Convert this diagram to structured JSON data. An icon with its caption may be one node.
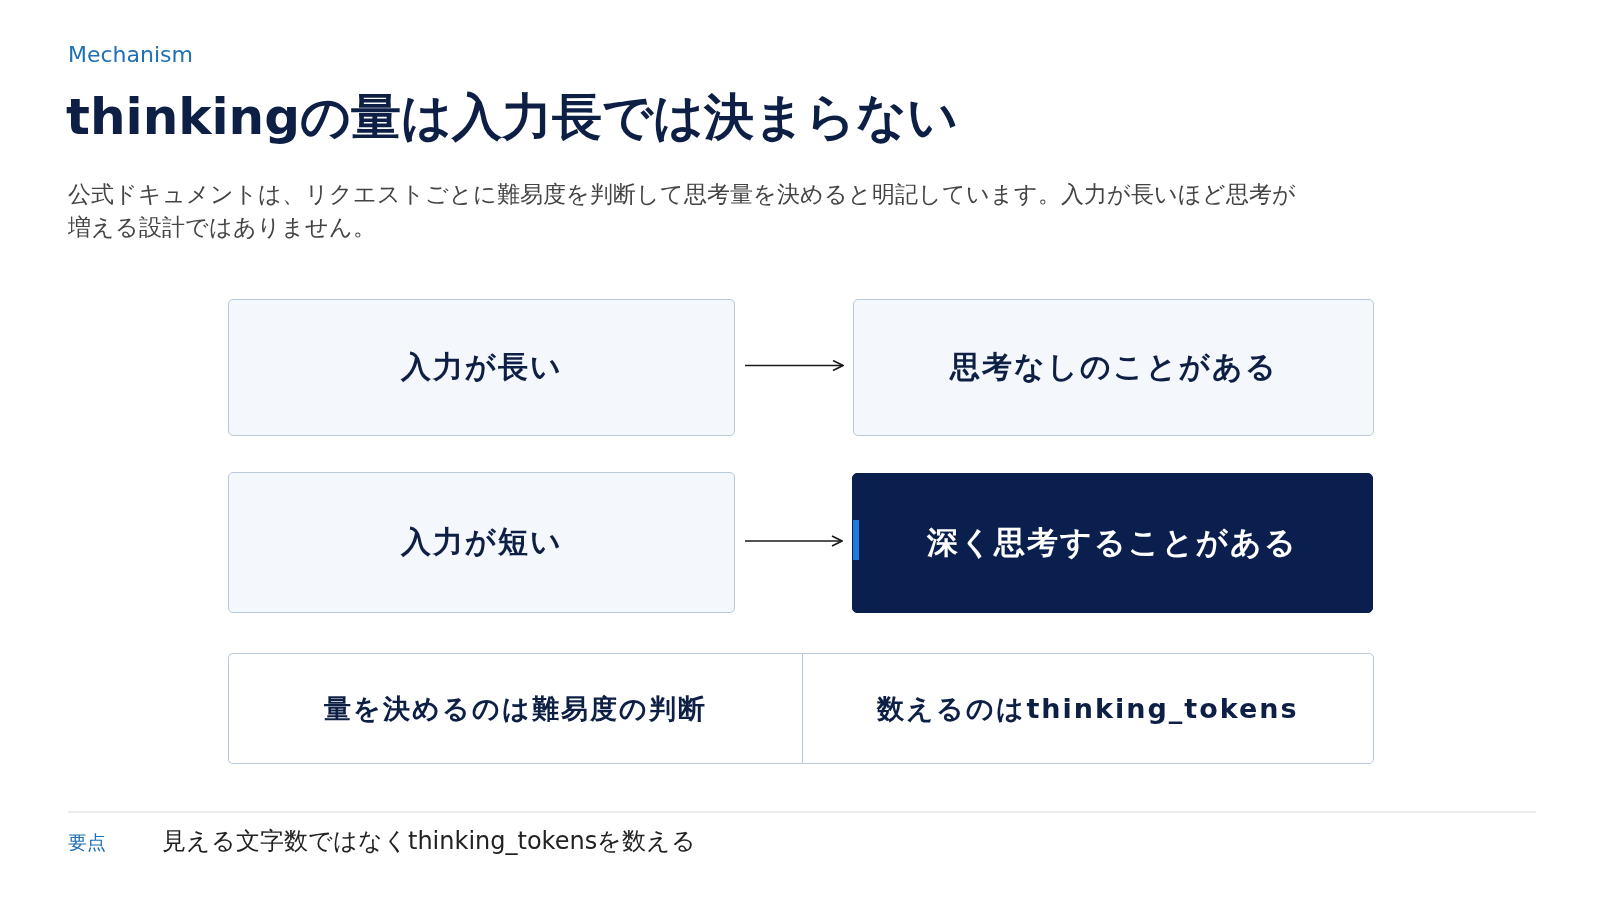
{
  "diagram": {
    "title": "thinkingの量は入力長では決まらない",
    "nodes": [
      {
        "text": [
          "入力が長い"
        ]
      },
      {
        "text": [
          "思考なしのことがある"
        ]
      },
      {
        "text": [
          "入力が短い"
        ]
      },
      {
        "text": [
          "深く思考することがある"
        ]
      },
      {
        "text": [
          "量を決めるのは難易度の判断"
        ]
      },
      {
        "text": [
          "数えるのはthinking_tokens"
        ]
      }
    ],
    "edges": [
      {
        "from": 0,
        "to": 1,
        "arrow": "to"
      },
      {
        "from": 2,
        "to": 3,
        "arrow": "to"
      }
    ],
    "labels": [
      "Mechanism",
      "公式ドキュメントは、リクエストごとに難易度を判断して思考量を決めると明記しています。入力が長いほど思考が増える設計ではありません。",
      "要点",
      "見える文字数ではなくthinking_tokensを数える"
    ]
  }
}
